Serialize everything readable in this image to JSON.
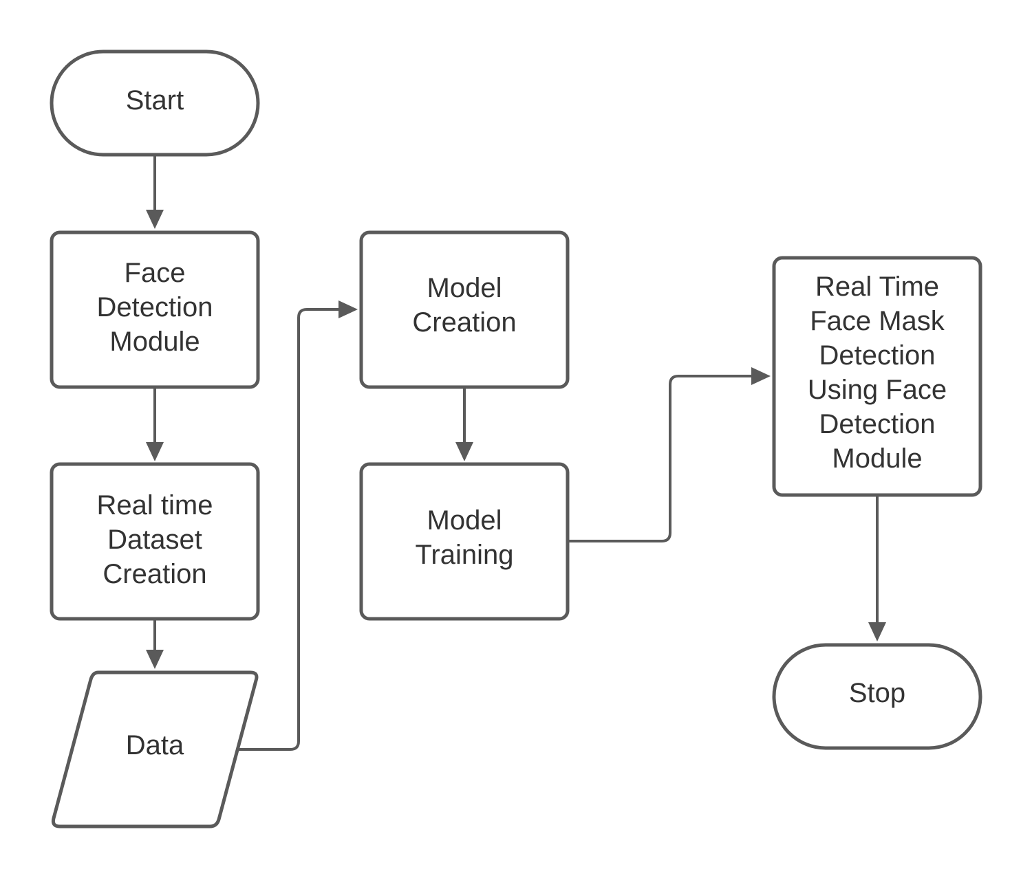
{
  "diagram": {
    "type": "flowchart",
    "nodes": {
      "start": {
        "shape": "terminal",
        "lines": [
          "Start"
        ]
      },
      "face_detection": {
        "shape": "process",
        "lines": [
          "Face",
          "Detection",
          "Module"
        ]
      },
      "dataset_creation": {
        "shape": "process",
        "lines": [
          "Real time",
          "Dataset",
          "Creation"
        ]
      },
      "data": {
        "shape": "data",
        "lines": [
          "Data"
        ]
      },
      "model_creation": {
        "shape": "process",
        "lines": [
          "Model",
          "Creation"
        ]
      },
      "model_training": {
        "shape": "process",
        "lines": [
          "Model",
          "Training"
        ]
      },
      "realtime_detection": {
        "shape": "process",
        "lines": [
          "Real Time",
          "Face Mask",
          "Detection",
          "Using Face",
          "Detection",
          "Module"
        ]
      },
      "stop": {
        "shape": "terminal",
        "lines": [
          "Stop"
        ]
      }
    },
    "edges": [
      {
        "from": "start",
        "to": "face_detection"
      },
      {
        "from": "face_detection",
        "to": "dataset_creation"
      },
      {
        "from": "dataset_creation",
        "to": "data"
      },
      {
        "from": "data",
        "to": "model_creation"
      },
      {
        "from": "model_creation",
        "to": "model_training"
      },
      {
        "from": "model_training",
        "to": "realtime_detection"
      },
      {
        "from": "realtime_detection",
        "to": "stop"
      }
    ],
    "colors": {
      "stroke": "#5a5a5a",
      "text": "#333333",
      "background": "#ffffff"
    }
  }
}
